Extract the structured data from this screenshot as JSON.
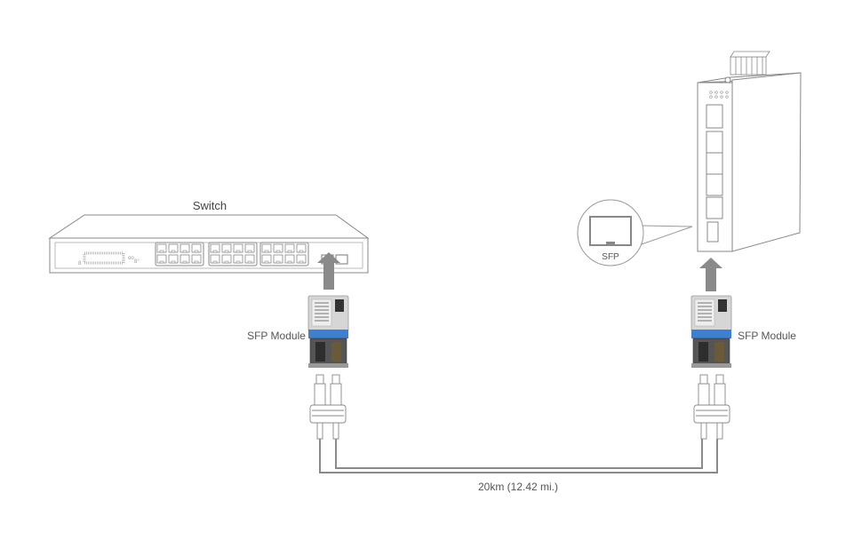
{
  "labels": {
    "switch": "Switch",
    "sfp_module_left": "SFP Module",
    "sfp_module_right": "SFP Module",
    "sfp_callout": "SFP",
    "distance": "20km (12.42 mi.)"
  },
  "colors": {
    "line": "#777777",
    "arrow": "#8a8a8a",
    "sfp_blue": "#3f7fd0"
  }
}
